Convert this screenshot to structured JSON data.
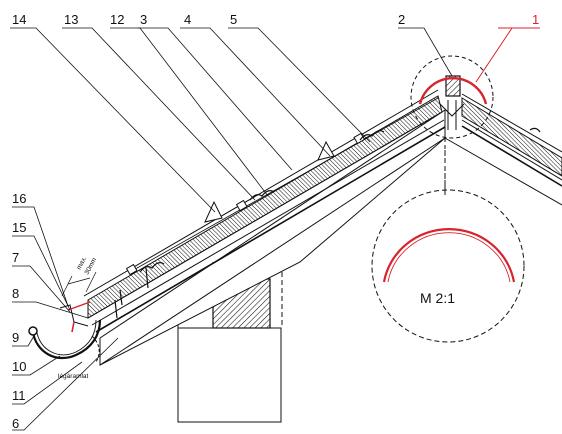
{
  "labels": {
    "n1": "1",
    "n2": "2",
    "n3": "3",
    "n4": "4",
    "n5": "5",
    "n6": "6",
    "n7": "7",
    "n8": "8",
    "n9": "9",
    "n10": "10",
    "n11": "11",
    "n12": "12",
    "n13": "13",
    "n14": "14",
    "n15": "15",
    "n16": "16"
  },
  "annotations": {
    "gap_note_1": "max.",
    "gap_note_2": "30mm",
    "airflow": "légáramlat",
    "scale": "M 2:1"
  },
  "colors": {
    "highlight": "#d9232d",
    "line": "#111111"
  }
}
